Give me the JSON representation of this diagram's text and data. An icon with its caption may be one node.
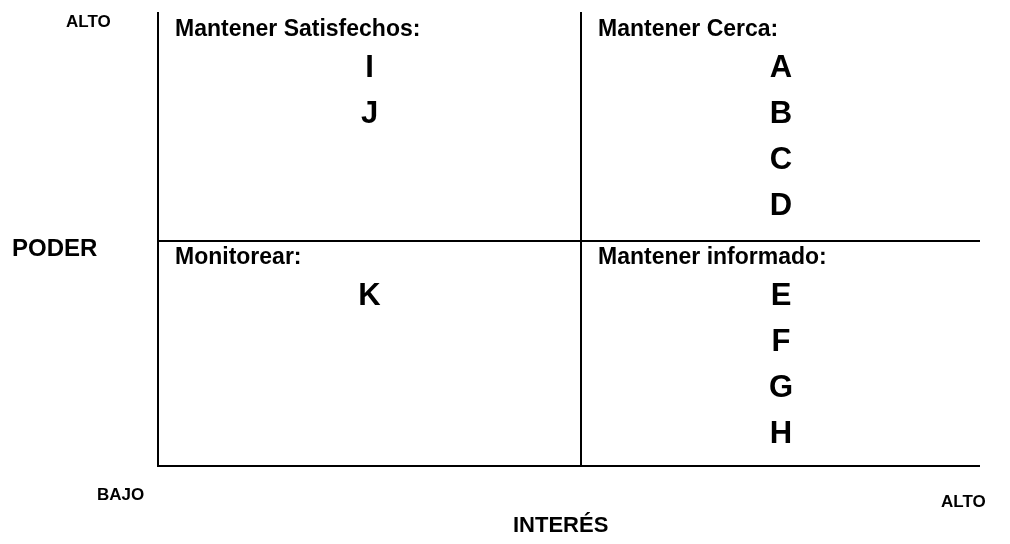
{
  "diagram": {
    "nodes": [
      {
        "text": [
          "Mantener Satisfechos:",
          "I",
          "J"
        ]
      },
      {
        "text": [
          "Mantener Cerca:",
          "A",
          "B",
          "C",
          "D"
        ]
      },
      {
        "text": [
          "Monitorear:",
          "K"
        ]
      },
      {
        "text": [
          "Mantener informado:",
          "E",
          "F",
          "G",
          "H"
        ]
      }
    ],
    "labels": [
      "ALTO",
      "PODER",
      "BAJO",
      "ALTO",
      "INTERÉS"
    ]
  }
}
